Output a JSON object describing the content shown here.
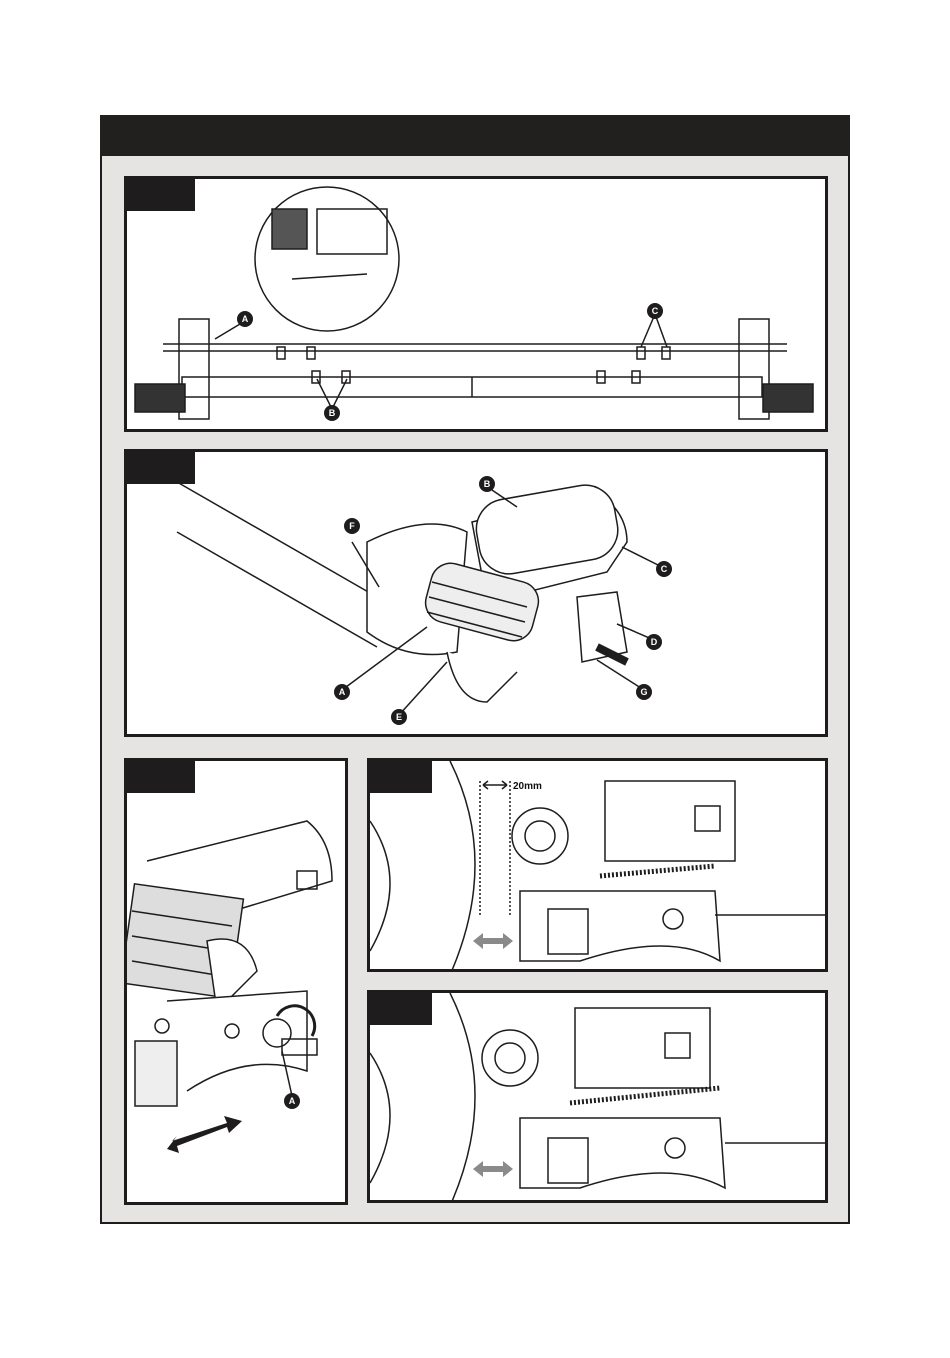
{
  "figure1": {
    "callouts": [
      "A",
      "B",
      "C"
    ]
  },
  "figure2": {
    "callouts": [
      "A",
      "B",
      "C",
      "D",
      "E",
      "F",
      "G"
    ]
  },
  "figure3": {
    "callouts": [
      "A"
    ]
  },
  "figure4": {
    "dimension": "20mm"
  },
  "colors": {
    "ink": "#1e1c1c",
    "background": "#e6e3e3",
    "arrow": "#8a8a8a"
  }
}
